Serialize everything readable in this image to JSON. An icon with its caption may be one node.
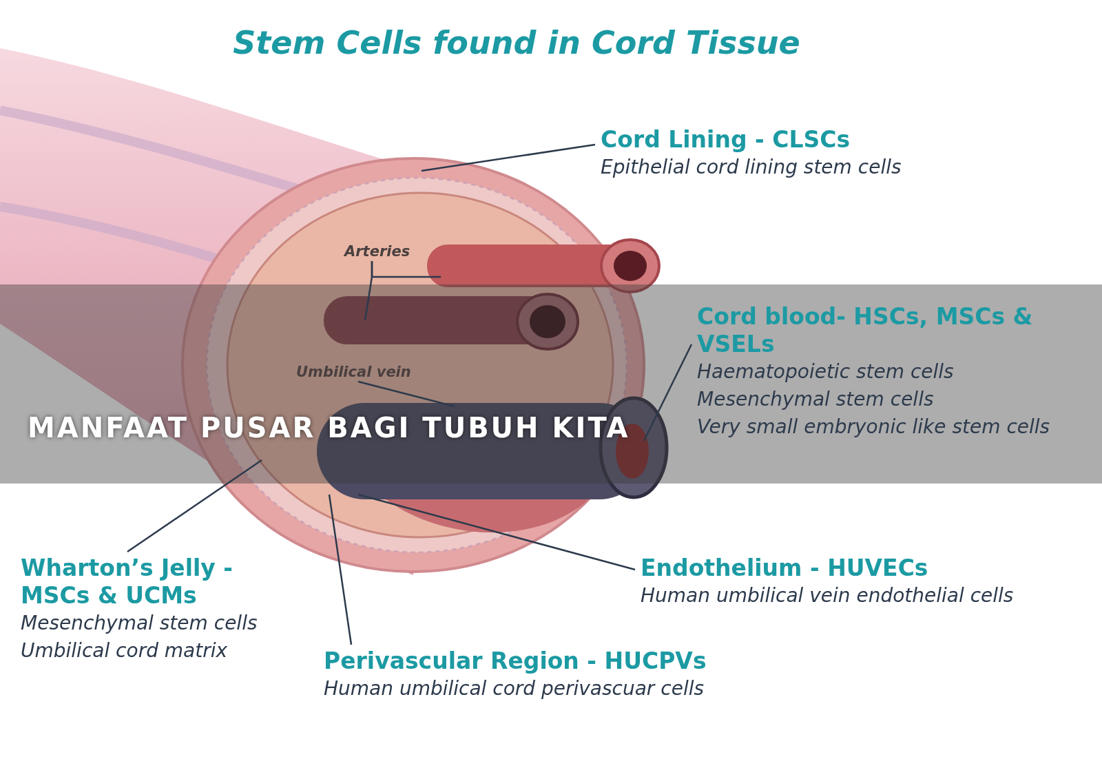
{
  "diagram": {
    "title": "Stem Cells found in Cord Tissue",
    "nodes": [
      {
        "text": [
          "Cord Lining - CLSCs",
          "Epithelial cord lining stem cells"
        ]
      },
      {
        "text": [
          "Arteries"
        ]
      },
      {
        "text": [
          "Cord blood- HSCs, MSCs & VSELs",
          "Haematopoietic stem cells",
          "Mesenchymal stem cells",
          "Very small embryonic like stem cells"
        ]
      },
      {
        "text": [
          "Umbilical vein"
        ]
      },
      {
        "text": [
          "Wharton’s Jelly - MSCs & UCMs",
          "Mesenchymal stem cells",
          "Umbilical cord matrix"
        ]
      },
      {
        "text": [
          "Endothelium - HUVECs",
          "Human umbilical vein endothelial cells"
        ]
      },
      {
        "text": [
          "Perivascular Region - HUCPVs",
          "Human umbilical cord perivascuar cells"
        ]
      }
    ],
    "edges": [
      {
        "from": 0,
        "to": null,
        "arrow": "none"
      },
      {
        "from": 1,
        "to": null,
        "arrow": "none"
      },
      {
        "from": 1,
        "to": null,
        "arrow": "none"
      },
      {
        "from": 2,
        "to": null,
        "arrow": "none"
      },
      {
        "from": 3,
        "to": null,
        "arrow": "none"
      },
      {
        "from": 4,
        "to": null,
        "arrow": "none"
      },
      {
        "from": 5,
        "to": null,
        "arrow": "none"
      },
      {
        "from": 6,
        "to": null,
        "arrow": "none"
      }
    ],
    "labels": [
      "MANFAAT PUSAR BAGI TUBUH KITA"
    ]
  }
}
